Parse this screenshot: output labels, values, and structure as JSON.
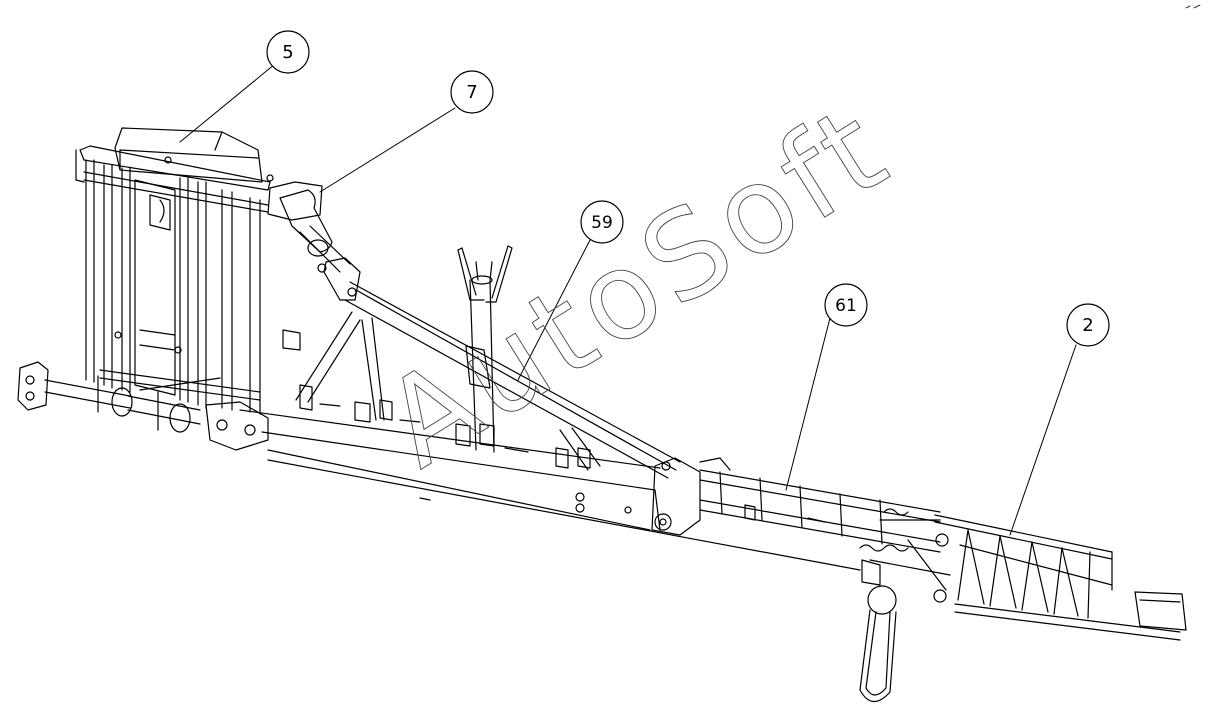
{
  "diagram": {
    "callouts": [
      {
        "id": "callout-5",
        "label": "5"
      },
      {
        "id": "callout-7",
        "label": "7"
      },
      {
        "id": "callout-59",
        "label": "59"
      },
      {
        "id": "callout-61",
        "label": "61"
      },
      {
        "id": "callout-2",
        "label": "2"
      }
    ],
    "watermark": "AutoSoft",
    "line_color": "#000000",
    "background": "#ffffff"
  }
}
